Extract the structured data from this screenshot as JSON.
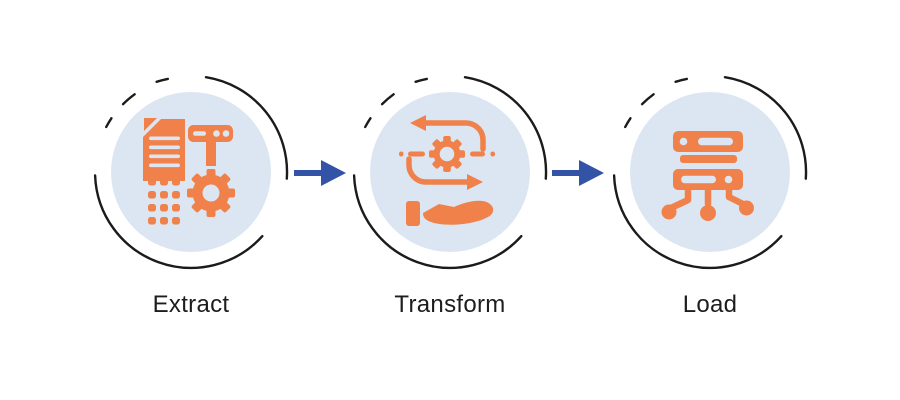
{
  "diagram": {
    "type": "process-flow",
    "stages": [
      {
        "label": "Extract",
        "icon": "data-extraction-icon",
        "icon_parts": [
          "document-icon",
          "dots-grid",
          "server-pill-icon",
          "gear-icon"
        ]
      },
      {
        "label": "Transform",
        "icon": "transform-sync-icon",
        "icon_parts": [
          "sync-arrows-icon",
          "gear-icon",
          "dash-dot-lines",
          "hand-icon"
        ]
      },
      {
        "label": "Load",
        "icon": "server-network-icon",
        "icon_parts": [
          "server-stack-icon",
          "network-nodes-icon"
        ]
      }
    ],
    "connectors": [
      {
        "icon": "arrow-right-icon"
      },
      {
        "icon": "arrow-right-icon"
      }
    ],
    "colors": {
      "icon_orange": "#F0814A",
      "circle_fill": "#DCE6F2",
      "arrow_blue": "#3353A7",
      "ring_stroke": "#1B1B1B",
      "label_text": "#1D1D1D",
      "background": "#FFFFFF"
    }
  }
}
